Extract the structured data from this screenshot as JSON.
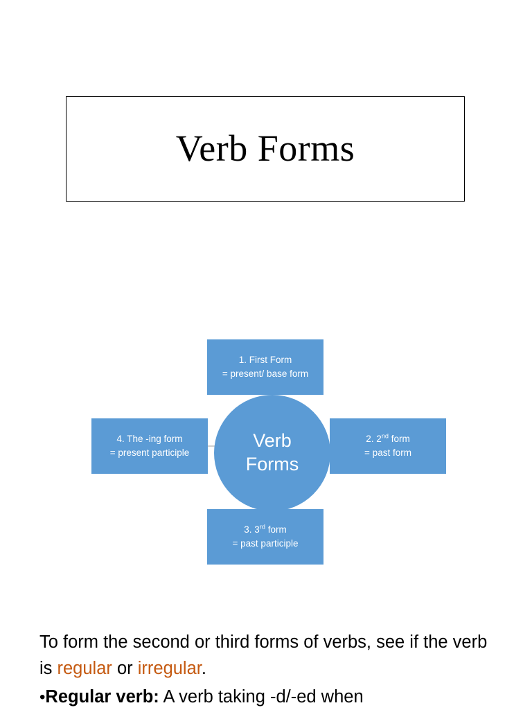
{
  "slide": {
    "title": "Verb Forms"
  },
  "diagram": {
    "center": {
      "line1": "Verb",
      "line2": "Forms"
    },
    "nodes": [
      {
        "position": "top",
        "line1_pre": "1. First Form",
        "line1_sup": "",
        "line1_post": "",
        "line2": "= present/ base form"
      },
      {
        "position": "right",
        "line1_pre": "2. 2",
        "line1_sup": "nd",
        "line1_post": " form",
        "line2": "= past form"
      },
      {
        "position": "bottom",
        "line1_pre": "3. 3",
        "line1_sup": "rd",
        "line1_post": " form",
        "line2": "= past participle"
      },
      {
        "position": "left",
        "line1_pre": "4. The -ing form",
        "line1_sup": "",
        "line1_post": "",
        "line2": "= present participle"
      }
    ],
    "colors": {
      "node_fill": "#5b9bd5",
      "node_text": "#ffffff",
      "connector": "#cfcfcf"
    }
  },
  "body": {
    "para1_part1": "To form the second or third forms of verbs, see if the verb is ",
    "para1_regular": "regular",
    "para1_or": " or ",
    "para1_irregular": "irregular",
    "para1_end": ".",
    "bullet_dot": "•",
    "bullet_label": "Regular verb:",
    "bullet_rest": " A verb taking -d/-ed when",
    "accent_color": "#c55a11"
  }
}
